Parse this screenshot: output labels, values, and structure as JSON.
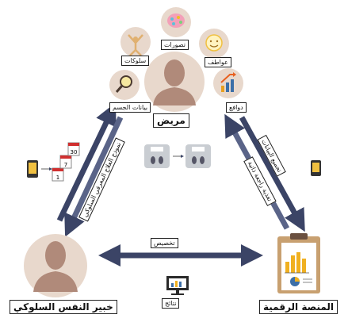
{
  "nodes": {
    "patient": "مريض",
    "expert": "خبير النفس السلوكي",
    "platform": "المنصة الرقمية"
  },
  "attributes": {
    "perceptions": "تصورات",
    "behaviors": "سلوكات",
    "emotions": "عواطف",
    "body_data": "بيانات الجسم",
    "motives": "دوافع"
  },
  "flows": {
    "data_collection": "تجميع البيانات",
    "auto_feedback": "تغذية راجعة ذاتية",
    "cbt_model": "نموذج العلاج المعرفي السلوكي",
    "specialization": "تخصيص",
    "results": "نتائج"
  },
  "calendar": {
    "pages": [
      "1",
      "7",
      "30"
    ]
  },
  "colors": {
    "arrow": "#3b4466",
    "arrow_light": "#5a6488",
    "circle_bg": "#e8d8cc",
    "silhouette": "#b08a7a",
    "clipboard": "#c8a070",
    "chart_yellow": "#f0b020",
    "chart_blue": "#3c6fa8"
  },
  "icons": [
    "brain-icon",
    "dancer-icon",
    "smiley-icon",
    "magnifier-icon",
    "growth-chart-icon",
    "scale-icon",
    "phone-icon",
    "calendar-icon",
    "monitor-icon",
    "clipboard-icon"
  ]
}
